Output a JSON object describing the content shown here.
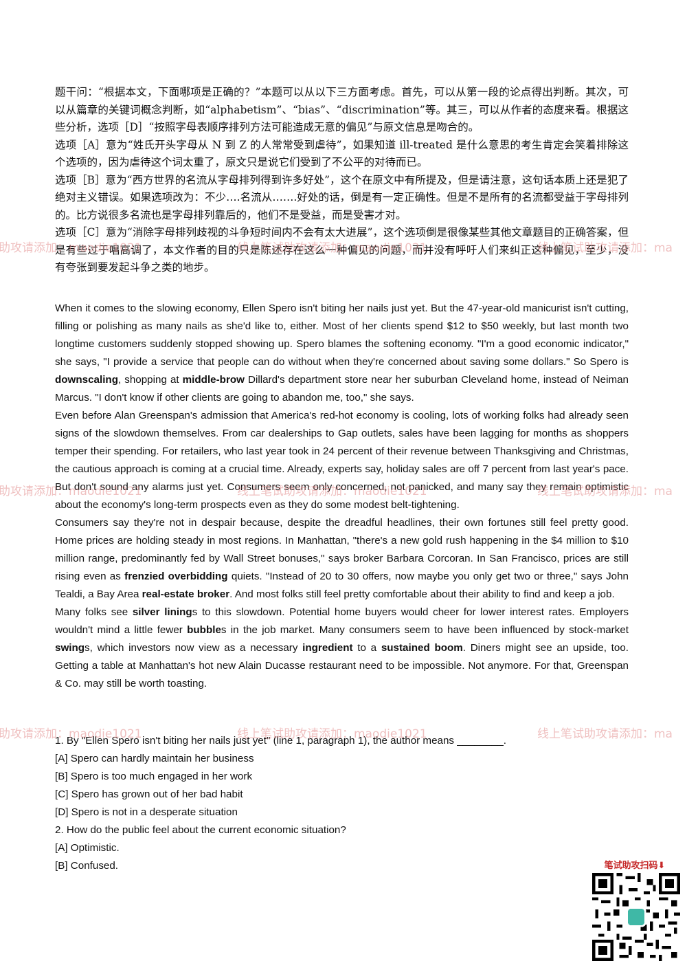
{
  "analysis": {
    "p1": "题干问：“根据本文，下面哪项是正确的？”本题可以从以下三方面考虑。首先，可以从第一段的论点得出判断。其次，可以从篇章的关键词概念判断，如“alphabetism”、“bias”、“discrimination”等。其三，可以从作者的态度来看。根据这些分析，选项［D］“按照字母表顺序排列方法可能造成无意的偏见”与原文信息是吻合的。",
    "p2": "选项［A］意为“姓氏开头字母从 N 到 Z 的人常常受到虐待”，如果知道 ill-treated 是什么意思的考生肯定会笑着排除这个选项的，因为虐待这个词太重了，原文只是说它们受到了不公平的对待而已。",
    "p3": "选项［B］意为“西方世界的名流从字母排列得到许多好处”，这个在原文中有所提及，但是请注意，这句话本质上还是犯了绝对主义错误。如果选项改为：不少….名流从…….好处的话，倒是有一定正确性。但是不是所有的名流都受益于字母排列的。比方说很多名流也是字母排列靠后的，他们不是受益，而是受害才对。",
    "p4": "选项［C］意为“消除字母排列歧视的斗争短时间内不会有太大进展”，这个选项倒是很像某些其他文章题目的正确答案，但是有些过于唱高调了，本文作者的目的只是陈述存在这么一种偏见的问题，而并没有呼吁人们来纠正这种偏见，至少，没有夸张到要发起斗争之类的地步。"
  },
  "passage": {
    "p1": {
      "a": "When it comes to the slowing economy, Ellen Spero isn't biting her nails just yet. But the 47-year-old manicurist isn't cutting, filling or polishing as many nails as she'd like to, either. Most of her clients spend $12 to $50 weekly, but last month two longtime customers suddenly stopped showing up. Spero blames the softening economy. \"I'm a good economic indicator,\" she says, \"I provide a service that people can do without when they're concerned about saving some dollars.\" So Spero is ",
      "b1": "downscaling",
      "c": ", shopping at ",
      "b2": "middle-brow",
      "d": " Dillard's department store near her suburban Cleveland home, instead of Neiman Marcus. \"I don't know if other clients are going to abandon me, too,\" she says."
    },
    "p2": "Even before Alan Greenspan's admission that America's red-hot economy is cooling, lots of working folks had already seen signs of the slowdown themselves. From car dealerships to Gap outlets, sales have been lagging for months as shoppers temper their spending. For retailers, who last year took in 24 percent of their revenue between Thanksgiving and Christmas, the cautious approach is coming at a crucial time. Already, experts say, holiday sales are off 7 percent from last year's pace. But don't sound any alarms just yet. Consumers seem only concerned, not panicked, and many say they remain optimistic about the economy's long-term prospects even as they do some modest belt-tightening.",
    "p3": {
      "a": "Consumers say they're not in despair because, despite the dreadful headlines, their own fortunes still feel pretty good. Home prices are holding steady in most regions. In Manhattan, \"there's a new gold rush happening in the $4 million to $10 million range, predominantly fed by Wall Street bonuses,\" says broker Barbara Corcoran. In San Francisco, prices are still rising even as ",
      "b1": "frenzied overbidding",
      "c": " quiets. \"Instead of 20 to 30 offers, now maybe you only get two or three,\" says John Tealdi, a Bay Area ",
      "b2": "real-estate broker",
      "d": ". And most folks still feel pretty comfortable about their ability to find and keep a job."
    },
    "p4": {
      "a": "Many folks see ",
      "b1": "silver lining",
      "c": "s to this slowdown. Potential home buyers would cheer for lower interest rates. Employers wouldn't mind a little fewer ",
      "b2": "bubble",
      "d": "s in the job market. Many consumers seem to have been influenced by stock-market ",
      "b3": "swing",
      "e": "s, which investors now view as a necessary ",
      "b4": "ingredient",
      "f": " to a ",
      "b5": "sustained boom",
      "g": ". Diners might see an upside, too. Getting a table at Manhattan's hot new Alain Ducasse restaurant need to be impossible. Not anymore. For that, Greenspan & Co. may still be worth toasting."
    }
  },
  "questions": {
    "q1": "1. By \"Ellen Spero isn't biting her nails just yet\" (line 1, paragraph 1), the author means ________.",
    "q1_options": [
      "[A] Spero can hardly maintain her business",
      "[B] Spero is too much engaged in her work",
      "[C] Spero has grown out of her bad habit",
      "[D] Spero is not in a desperate situation"
    ],
    "q2": "2. How do the public feel about the current economic situation?",
    "q2_options": [
      "[A] Optimistic.",
      "[B] Confused."
    ]
  },
  "watermarks": {
    "row1": [
      "助攻请添加：maodie1021",
      "线上笔试助攻请添加：maodie1021",
      "线上笔试助攻请添加：ma"
    ],
    "row2": [
      "助攻请添加：maodie1021",
      "线上笔试助攻请添加：maodie1021",
      "线上笔试助攻请添加：ma"
    ],
    "row3": [
      "助攻请添加：maodie1021",
      "线上笔试助攻请添加：maodie1021",
      "线上笔试助攻请添加：ma"
    ]
  },
  "qr": {
    "title": "笔试助攻扫码⬇"
  }
}
